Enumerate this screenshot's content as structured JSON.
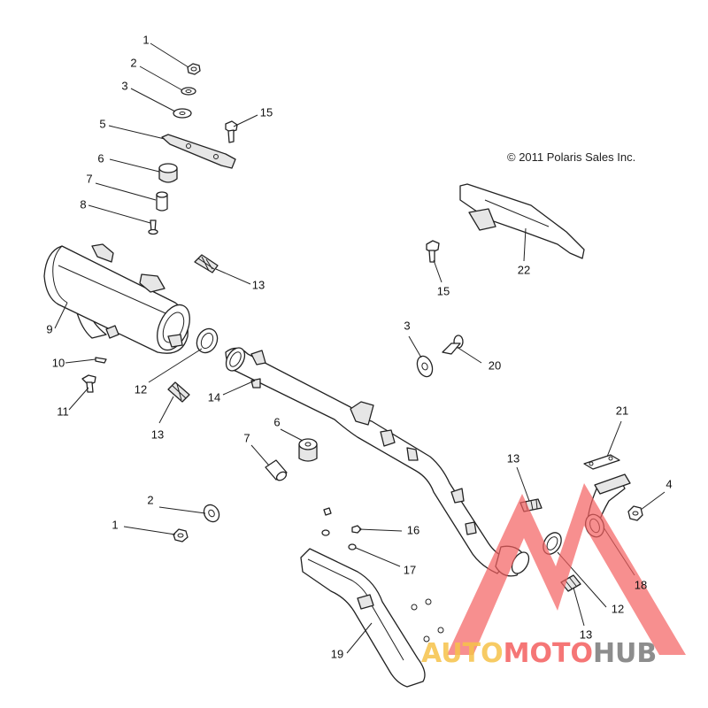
{
  "copyright": "© 2011 Polaris Sales Inc.",
  "watermark": {
    "part1": "AUTO",
    "part2": "MOTO",
    "part3": "HUB",
    "color_main": "#f45f5f",
    "color_accent": "#f6c24a",
    "color_gray": "#7a7a7a"
  },
  "callouts": [
    {
      "id": "c1a",
      "label": "1"
    },
    {
      "id": "c2a",
      "label": "2"
    },
    {
      "id": "c3a",
      "label": "3"
    },
    {
      "id": "c5",
      "label": "5"
    },
    {
      "id": "c15a",
      "label": "15"
    },
    {
      "id": "c6a",
      "label": "6"
    },
    {
      "id": "c7a",
      "label": "7"
    },
    {
      "id": "c8",
      "label": "8"
    },
    {
      "id": "c13a",
      "label": "13"
    },
    {
      "id": "c9",
      "label": "9"
    },
    {
      "id": "c10",
      "label": "10"
    },
    {
      "id": "c11",
      "label": "11"
    },
    {
      "id": "c12a",
      "label": "12"
    },
    {
      "id": "c14",
      "label": "14"
    },
    {
      "id": "c13b",
      "label": "13"
    },
    {
      "id": "c22",
      "label": "22"
    },
    {
      "id": "c15b",
      "label": "15"
    },
    {
      "id": "c3b",
      "label": "3"
    },
    {
      "id": "c20",
      "label": "20"
    },
    {
      "id": "c21",
      "label": "21"
    },
    {
      "id": "c6b",
      "label": "6"
    },
    {
      "id": "c7b",
      "label": "7"
    },
    {
      "id": "c13c",
      "label": "13"
    },
    {
      "id": "c4",
      "label": "4"
    },
    {
      "id": "c2b",
      "label": "2"
    },
    {
      "id": "c1b",
      "label": "1"
    },
    {
      "id": "c16",
      "label": "16"
    },
    {
      "id": "c17",
      "label": "17"
    },
    {
      "id": "c18",
      "label": "18"
    },
    {
      "id": "c12b",
      "label": "12"
    },
    {
      "id": "c13d",
      "label": "13"
    },
    {
      "id": "c19",
      "label": "19"
    }
  ]
}
